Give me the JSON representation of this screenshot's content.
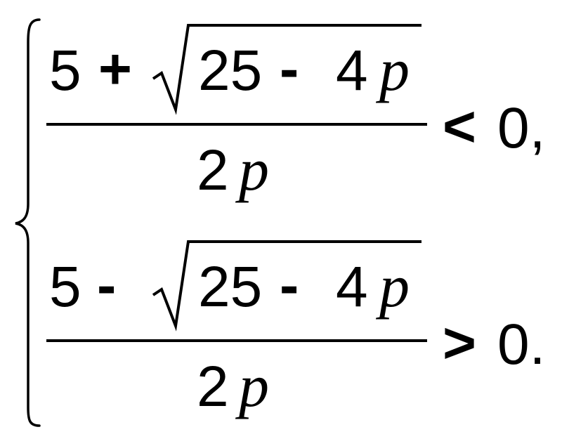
{
  "system": {
    "equations": [
      {
        "numerator": {
          "term": "5",
          "op": "+",
          "radicand_number": "25",
          "radicand_op": "-",
          "radicand_coefficient": "4",
          "radicand_variable": "p"
        },
        "denominator": {
          "coefficient": "2",
          "variable": "p"
        },
        "relation": "<",
        "rhs": "0,"
      },
      {
        "numerator": {
          "term": "5",
          "op": "-",
          "radicand_number": "25",
          "radicand_op": "-",
          "radicand_coefficient": "4",
          "radicand_variable": "p"
        },
        "denominator": {
          "coefficient": "2",
          "variable": "p"
        },
        "relation": ">",
        "rhs": "0."
      }
    ]
  }
}
